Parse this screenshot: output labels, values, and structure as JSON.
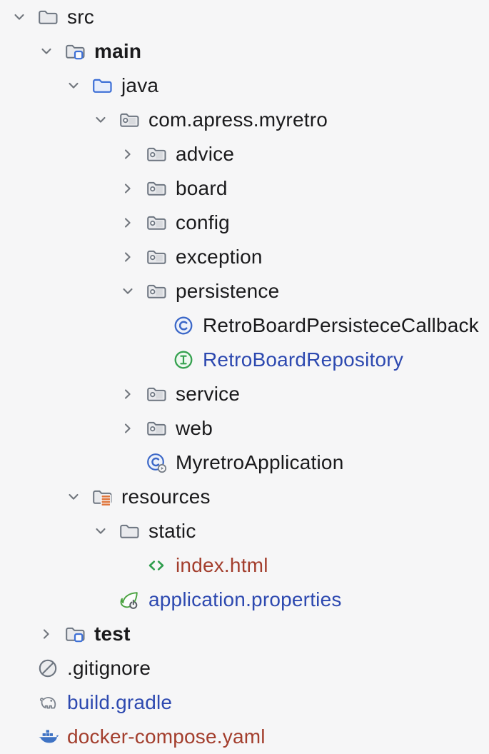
{
  "colors": {
    "background": "#f6f6f7",
    "text_default": "#1a1a1c",
    "text_modified_blue": "#2d49b0",
    "text_untracked_red": "#a33e2d",
    "icon_gray": "#6d7580",
    "icon_blue": "#3d6fd6",
    "class_blue": "#3c68c8",
    "interface_green": "#35a14f",
    "html_green": "#2f9e4e",
    "spring_green": "#49a23f",
    "resources_orange": "#e0763c",
    "docker_blue": "#3f73c4",
    "gradle_gray": "#7b828c"
  },
  "tree": {
    "rows": [
      {
        "label": "src",
        "level": 0,
        "chevron": "down",
        "icon": "folder-icon",
        "color": "default",
        "bold": false
      },
      {
        "label": "main",
        "level": 1,
        "chevron": "down",
        "icon": "source-root-folder-icon",
        "color": "default",
        "bold": true
      },
      {
        "label": "java",
        "level": 2,
        "chevron": "down",
        "icon": "java-source-folder-icon",
        "color": "default",
        "bold": false
      },
      {
        "label": "com.apress.myretro",
        "level": 3,
        "chevron": "down",
        "icon": "package-icon",
        "color": "default",
        "bold": false
      },
      {
        "label": "advice",
        "level": 4,
        "chevron": "right",
        "icon": "package-icon",
        "color": "default",
        "bold": false
      },
      {
        "label": "board",
        "level": 4,
        "chevron": "right",
        "icon": "package-icon",
        "color": "default",
        "bold": false
      },
      {
        "label": "config",
        "level": 4,
        "chevron": "right",
        "icon": "package-icon",
        "color": "default",
        "bold": false
      },
      {
        "label": "exception",
        "level": 4,
        "chevron": "right",
        "icon": "package-icon",
        "color": "default",
        "bold": false
      },
      {
        "label": "persistence",
        "level": 4,
        "chevron": "down",
        "icon": "package-icon",
        "color": "default",
        "bold": false
      },
      {
        "label": "RetroBoardPersisteceCallback",
        "level": 5,
        "chevron": "none",
        "icon": "class-icon",
        "color": "default",
        "bold": false
      },
      {
        "label": "RetroBoardRepository",
        "level": 5,
        "chevron": "none",
        "icon": "interface-icon",
        "color": "blue",
        "bold": false
      },
      {
        "label": "service",
        "level": 4,
        "chevron": "right",
        "icon": "package-icon",
        "color": "default",
        "bold": false
      },
      {
        "label": "web",
        "level": 4,
        "chevron": "right",
        "icon": "package-icon",
        "color": "default",
        "bold": false
      },
      {
        "label": "MyretroApplication",
        "level": 4,
        "chevron": "none",
        "icon": "runnable-class-icon",
        "color": "default",
        "bold": false
      },
      {
        "label": "resources",
        "level": 2,
        "chevron": "down",
        "icon": "resources-folder-icon",
        "color": "default",
        "bold": false
      },
      {
        "label": "static",
        "level": 3,
        "chevron": "down",
        "icon": "folder-icon",
        "color": "default",
        "bold": false
      },
      {
        "label": "index.html",
        "level": 4,
        "chevron": "none",
        "icon": "html-file-icon",
        "color": "red",
        "bold": false
      },
      {
        "label": "application.properties",
        "level": 3,
        "chevron": "none",
        "icon": "spring-properties-icon",
        "color": "blue",
        "bold": false
      },
      {
        "label": "test",
        "level": 1,
        "chevron": "right",
        "icon": "test-root-folder-icon",
        "color": "default",
        "bold": true
      },
      {
        "label": ".gitignore",
        "level": 0,
        "chevron": "none",
        "icon": "ignored-file-icon",
        "color": "default",
        "bold": false
      },
      {
        "label": "build.gradle",
        "level": 0,
        "chevron": "none",
        "icon": "gradle-file-icon",
        "color": "blue",
        "bold": false
      },
      {
        "label": "docker-compose.yaml",
        "level": 0,
        "chevron": "none",
        "icon": "docker-file-icon",
        "color": "red",
        "bold": false
      }
    ]
  }
}
